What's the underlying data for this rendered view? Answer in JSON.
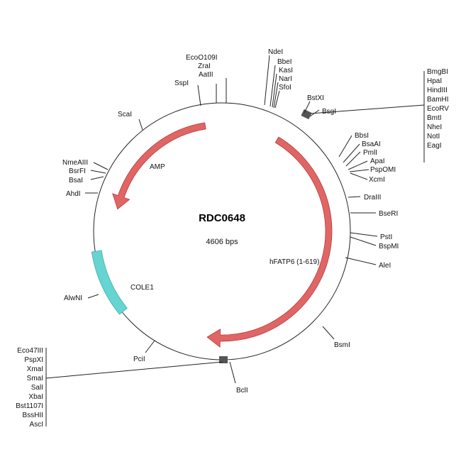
{
  "plasmid": {
    "name": "RDC0648",
    "size_label": "4606 bps"
  },
  "features": {
    "amp": "AMP",
    "hfatp6": "hFATP6 (1-619)",
    "cole1": "COLE1"
  },
  "colors": {
    "arrow": "#e06666",
    "arrow_stroke": "#b83a3a",
    "cole1": "#66d4d0",
    "backbone": "#222222"
  },
  "sites": {
    "top_left": [
      "EcoO109I",
      "ZraI",
      "AatII"
    ],
    "sspi": "SspI",
    "ndei_group": [
      "NdeI",
      "BbeI",
      "KasI",
      "NarI",
      "SfoI"
    ],
    "mcs_right": [
      "BmgBI",
      "HpaI",
      "HindIII",
      "BamHI",
      "EcoRV",
      "BmtI",
      "NheI",
      "NotI",
      "EagI"
    ],
    "bstxi": "BstXI",
    "bsgi": "BsgI",
    "scai": "ScaI",
    "right_group": [
      "BbsI",
      "BsaAI",
      "PmlI",
      "ApaI",
      "PspOMI",
      "XcmI"
    ],
    "left_group": [
      "NmeAIII",
      "BsrFI",
      "BsaI"
    ],
    "ahdi": "AhdI",
    "draiii": "DraIII",
    "bseri": "BseRI",
    "psti_group": [
      "PstI",
      "BspMI"
    ],
    "alei": "AleI",
    "alwni": "AlwNI",
    "bsmi": "BsmI",
    "pcii": "PciI",
    "bcli": "BclI",
    "mcs_left": [
      "Eco47III",
      "PspXI",
      "XmaI",
      "SmaI",
      "SalI",
      "XbaI",
      "Bst1107I",
      "BssHII",
      "AscI"
    ]
  }
}
